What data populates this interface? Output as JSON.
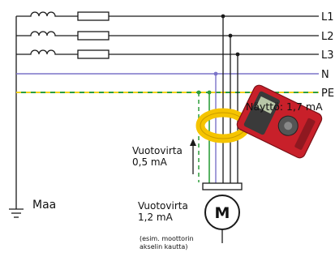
{
  "lines": {
    "l1": "L1",
    "l2": "L2",
    "l3": "L3",
    "n": "N",
    "pe": "PE"
  },
  "reading": "Näyttö: 1,7 mA",
  "earth": "Maa",
  "leak_cable": {
    "line1": "Vuotovirta",
    "line2": "0,5 mA"
  },
  "leak_motor": {
    "line1": "Vuotovirta",
    "line2": "1,2 mA"
  },
  "motor_symbol": "M",
  "note": {
    "line1": "(esim. moottorin",
    "line2": "akselin kautta)"
  },
  "colors": {
    "phase": "#1a1a1a",
    "neutral": "#7b73c9",
    "pe_green": "#2e9e3c",
    "pe_yellow": "#f2d21b",
    "clamp_yellow": "#f5c400",
    "meter_red": "#c8202a"
  }
}
